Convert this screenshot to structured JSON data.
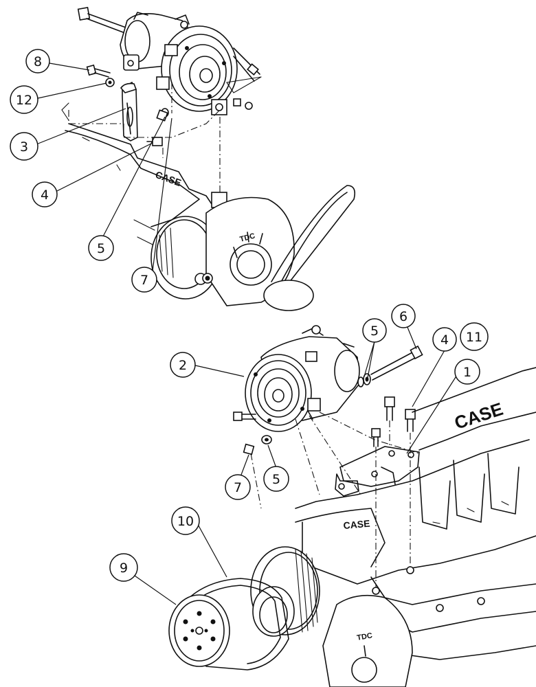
{
  "callouts": [
    {
      "id": "8",
      "label": "8"
    },
    {
      "id": "12",
      "label": "12"
    },
    {
      "id": "3",
      "label": "3"
    },
    {
      "id": "4a",
      "label": "4"
    },
    {
      "id": "5a",
      "label": "5"
    },
    {
      "id": "7a",
      "label": "7"
    },
    {
      "id": "2",
      "label": "2"
    },
    {
      "id": "5b",
      "label": "5"
    },
    {
      "id": "6",
      "label": "6"
    },
    {
      "id": "4b",
      "label": "4"
    },
    {
      "id": "11",
      "label": "11"
    },
    {
      "id": "1",
      "label": "1"
    },
    {
      "id": "7b",
      "label": "7"
    },
    {
      "id": "5c",
      "label": "5"
    },
    {
      "id": "10",
      "label": "10"
    },
    {
      "id": "9",
      "label": "9"
    }
  ],
  "stamps": {
    "tdc": "TDC",
    "case": "CASE"
  }
}
